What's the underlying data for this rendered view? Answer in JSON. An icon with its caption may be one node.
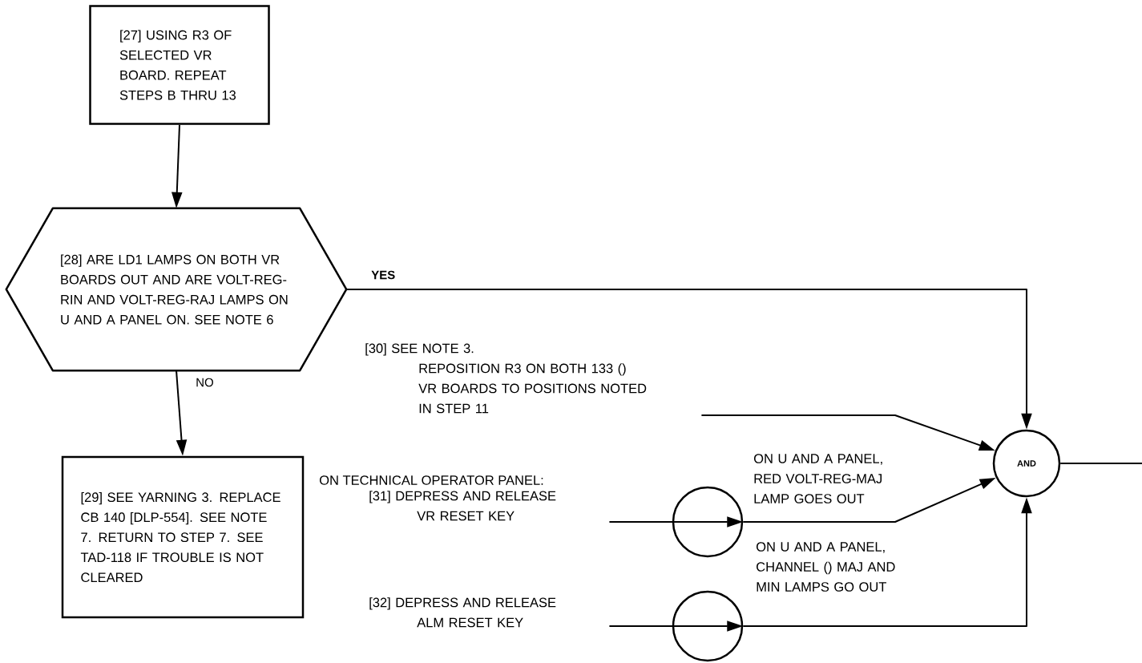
{
  "diagram": {
    "nodes": [
      {
        "text": [
          "[27] USING R3 OF SELECTED VR BOARD. REPEAT STEPS B THRU 13"
        ]
      },
      {
        "text": [
          "[28] ARE LD1 LAMPS ON BOTH VR BOARDS OUT AND ARE VOLT-REG-RIN AND VOLT-REG-RAJ LAMPS ON U AND A PANEL ON. SEE NOTE 6"
        ]
      },
      {
        "text": [
          "[29] SEE YARNING 3. REPLACE CB 140 [DLP-554]. SEE NOTE 7. RETURN TO STEP 7. SEE TAD-118 IF TROUBLE IS NOT CLEARED"
        ]
      },
      {
        "text": [
          "[30] SEE NOTE 3. REPOSITION R3 ON BOTH 133 () VR BOARDS TO POSITIONS NOTED IN STEP 11"
        ]
      },
      {
        "text": [
          "[31] DEPRESS AND RELEASE VR RESET KEY"
        ]
      },
      {
        "text": [],
        "shape": "circle",
        "beside": [
          "ON U AND A PANEL, RED VOLT-REG-MAJ LAMP GOES OUT"
        ]
      },
      {
        "text": [
          "[32] DEPRESS AND RELEASE ALM RESET KEY"
        ]
      },
      {
        "text": [],
        "shape": "circle",
        "beside": [
          "ON U AND A PANEL, CHANNEL () MAJ AND MIN LAMPS GO OUT"
        ]
      },
      {
        "text": [
          "AND"
        ]
      }
    ],
    "edges": [
      {
        "from": 0,
        "to": 1,
        "arrow": "to"
      },
      {
        "from": 1,
        "to": 2,
        "arrow": "to",
        "label": "NO"
      },
      {
        "from": 1,
        "to": 8,
        "arrow": "to",
        "label": "YES"
      },
      {
        "from": 3,
        "to": 8,
        "arrow": "to"
      },
      {
        "from": 4,
        "to": 5,
        "arrow": "to"
      },
      {
        "from": 5,
        "to": 8,
        "arrow": "to"
      },
      {
        "from": 6,
        "to": 7,
        "arrow": "to"
      },
      {
        "from": 7,
        "to": 8,
        "arrow": "to"
      },
      {
        "from": 8,
        "to": null,
        "arrow": "none"
      }
    ],
    "labels": [
      "ON TECHNICAL OPERATOR PANEL:"
    ]
  }
}
